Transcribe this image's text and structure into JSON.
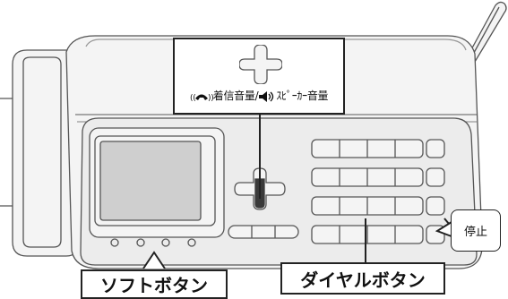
{
  "callouts": {
    "volume": {
      "ringer_label": "着信音量",
      "separator": "/",
      "speaker_label": "ｽﾋﾟｰｶｰ音量"
    },
    "soft_buttons": "ソフトボタン",
    "dial_buttons": "ダイヤルボタン",
    "stop_button": "停止"
  },
  "colors": {
    "line": "#222222",
    "device_body": "#f4f4f4",
    "device_panel": "#ececec",
    "screen": "#cfcfcf",
    "active_key": "#3a3a3a"
  },
  "icons": [
    "phone-ringer-icon",
    "speaker-icon"
  ]
}
